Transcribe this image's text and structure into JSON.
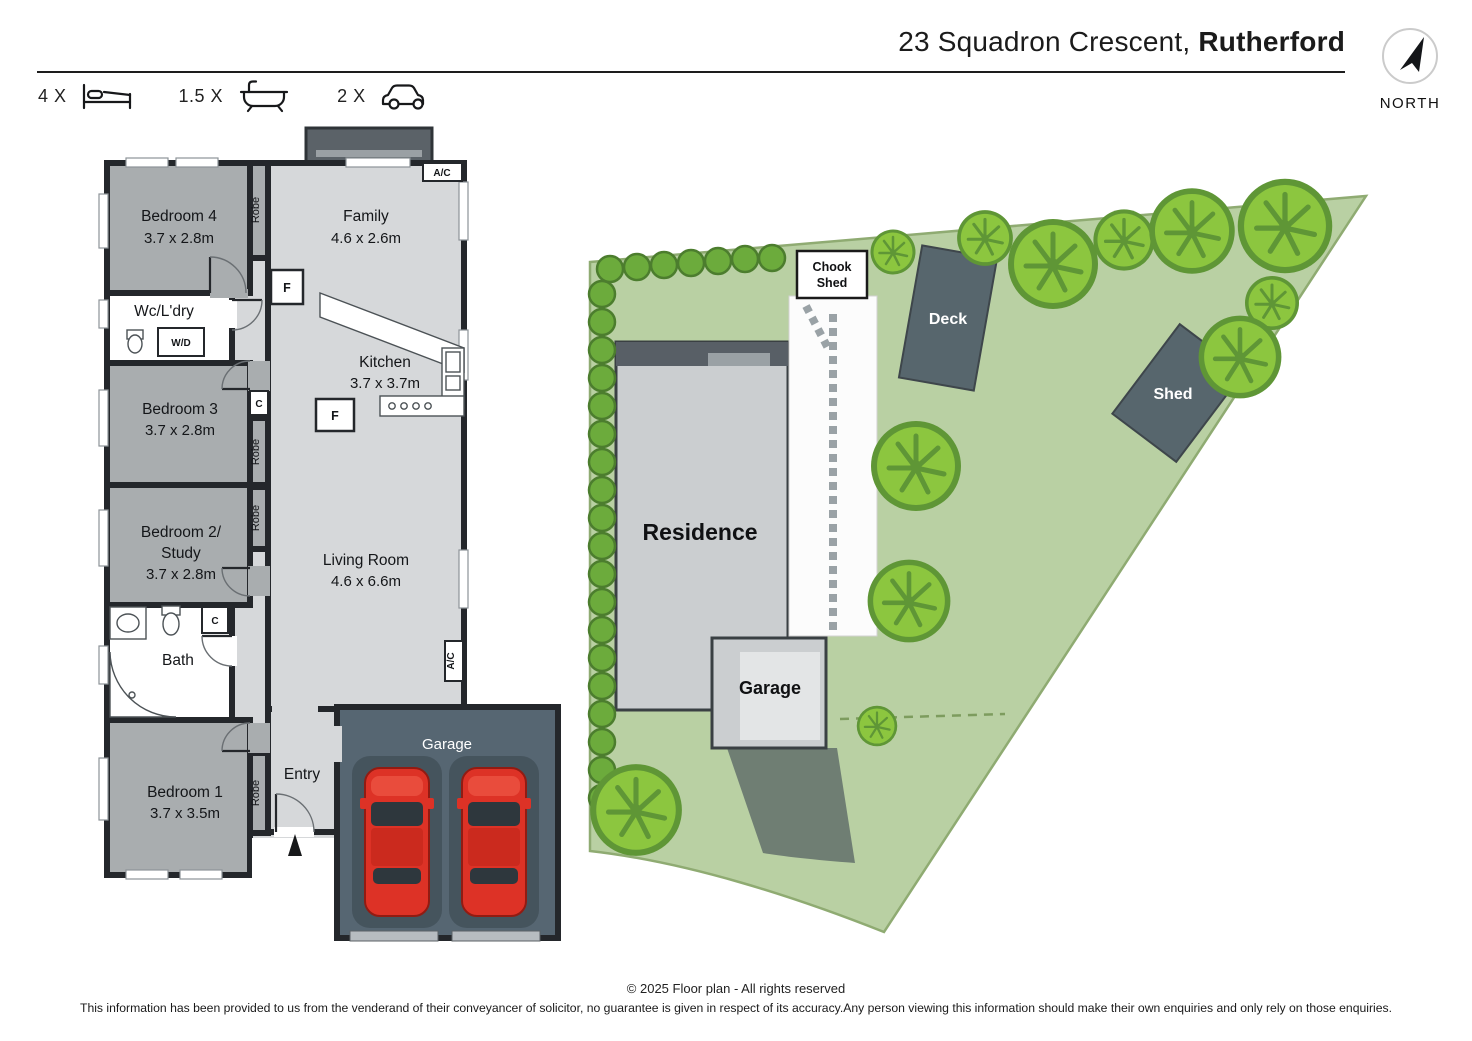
{
  "header": {
    "address_main": "23 Squadron Crescent,",
    "address_suburb": "Rutherford",
    "north_label": "NORTH"
  },
  "legend": {
    "beds_count": "4 X",
    "baths_count": "1.5 X",
    "cars_count": "2 X",
    "bed_icon": "bed-icon",
    "bath_icon": "bath-icon",
    "car_icon": "car-icon"
  },
  "floorplan": {
    "rooms": {
      "bedroom4": {
        "name": "Bedroom 4",
        "dims": "3.7 x 2.8m"
      },
      "family": {
        "name": "Family",
        "dims": "4.6 x 2.6m"
      },
      "wc_laundry": {
        "name": "Wc/L'dry"
      },
      "kitchen": {
        "name": "Kitchen",
        "dims": "3.7 x 3.7m"
      },
      "bedroom3": {
        "name": "Bedroom 3",
        "dims": "3.7 x 2.8m"
      },
      "bedroom2": {
        "name_line1": "Bedroom 2/",
        "name_line2": "Study",
        "dims": "3.7 x 2.8m"
      },
      "living": {
        "name": "Living Room",
        "dims": "4.6 x 6.6m"
      },
      "bath": {
        "name": "Bath"
      },
      "bedroom1": {
        "name": "Bedroom 1",
        "dims": "3.7 x 3.5m"
      },
      "entry": {
        "name": "Entry"
      },
      "garage": {
        "name": "Garage"
      }
    },
    "labels": {
      "robe": "Robe",
      "ac": "A/C",
      "wd": "W/D",
      "fridge": "F",
      "cupboard": "C"
    }
  },
  "siteplan": {
    "residence_label": "Residence",
    "garage_label": "Garage",
    "deck_label": "Deck",
    "shed_label": "Shed",
    "chook_shed_line1": "Chook",
    "chook_shed_line2": "Shed"
  },
  "footer": {
    "copyright": "© 2025 Floor plan  - All rights reserved",
    "disclaimer": "This information has been provided to us from the venderand of their conveyancer of solicitor, no guarantee is given in respect of its accuracy.Any person viewing this information should make their own enquiries and only rely on those enquiries."
  },
  "colors": {
    "wall": "#24272b",
    "bedroom_grey": "#a9adaf",
    "living_grey": "#d6d8da",
    "garage_slate": "#566672",
    "car_red": "#dd3226",
    "grass_green": "#b9d0a3",
    "tree_green": "#8cc63f",
    "structure_slate": "#57666d"
  }
}
